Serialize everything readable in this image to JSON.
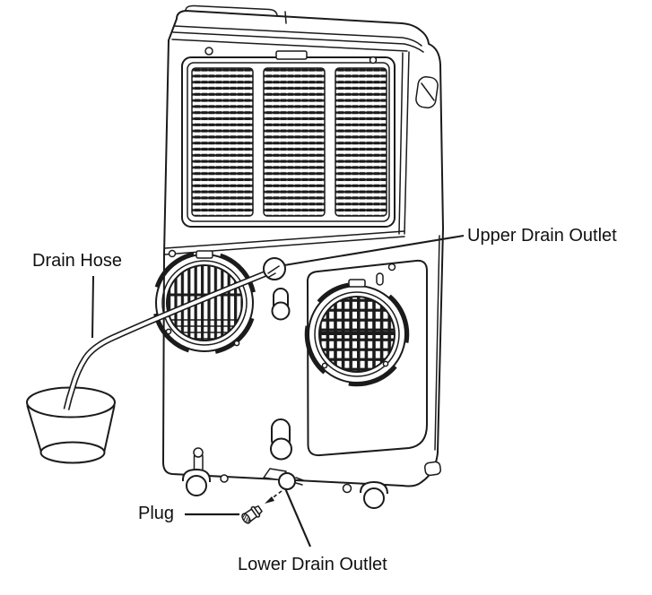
{
  "diagram": {
    "type": "line-drawing",
    "subject": "Portable air conditioner rear view showing drainage parts",
    "labels": {
      "drain_hose": "Drain Hose",
      "upper_drain_outlet": "Upper Drain Outlet",
      "plug": "Plug",
      "lower_drain_outlet": "Lower Drain Outlet"
    },
    "colors": {
      "line": "#1b1b1b",
      "background": "#ffffff",
      "text": "#111111"
    }
  }
}
